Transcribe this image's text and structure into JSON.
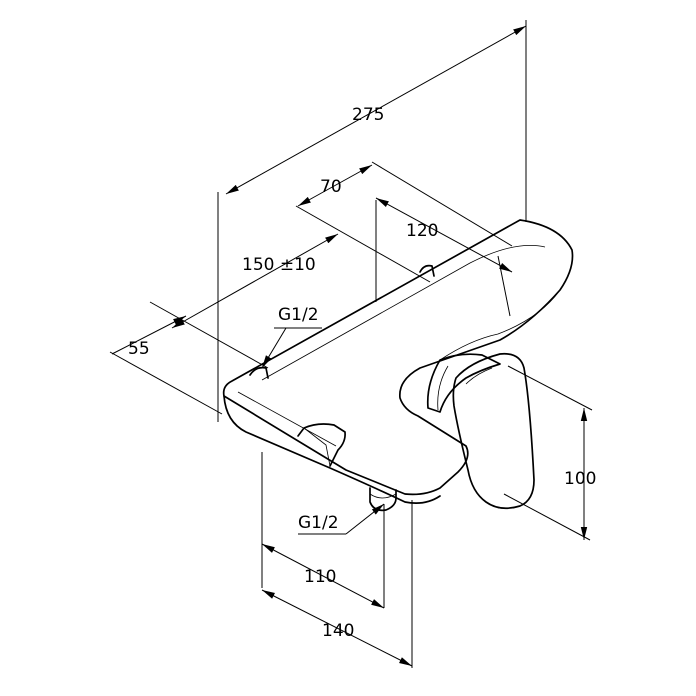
{
  "dimensions": {
    "d275": "275",
    "d70": "70",
    "d120": "120",
    "d150": "150 ±10",
    "d55": "55",
    "thread_top": "G1/2",
    "thread_bottom": "G1/2",
    "d100": "100",
    "d110": "110",
    "d140": "140"
  }
}
